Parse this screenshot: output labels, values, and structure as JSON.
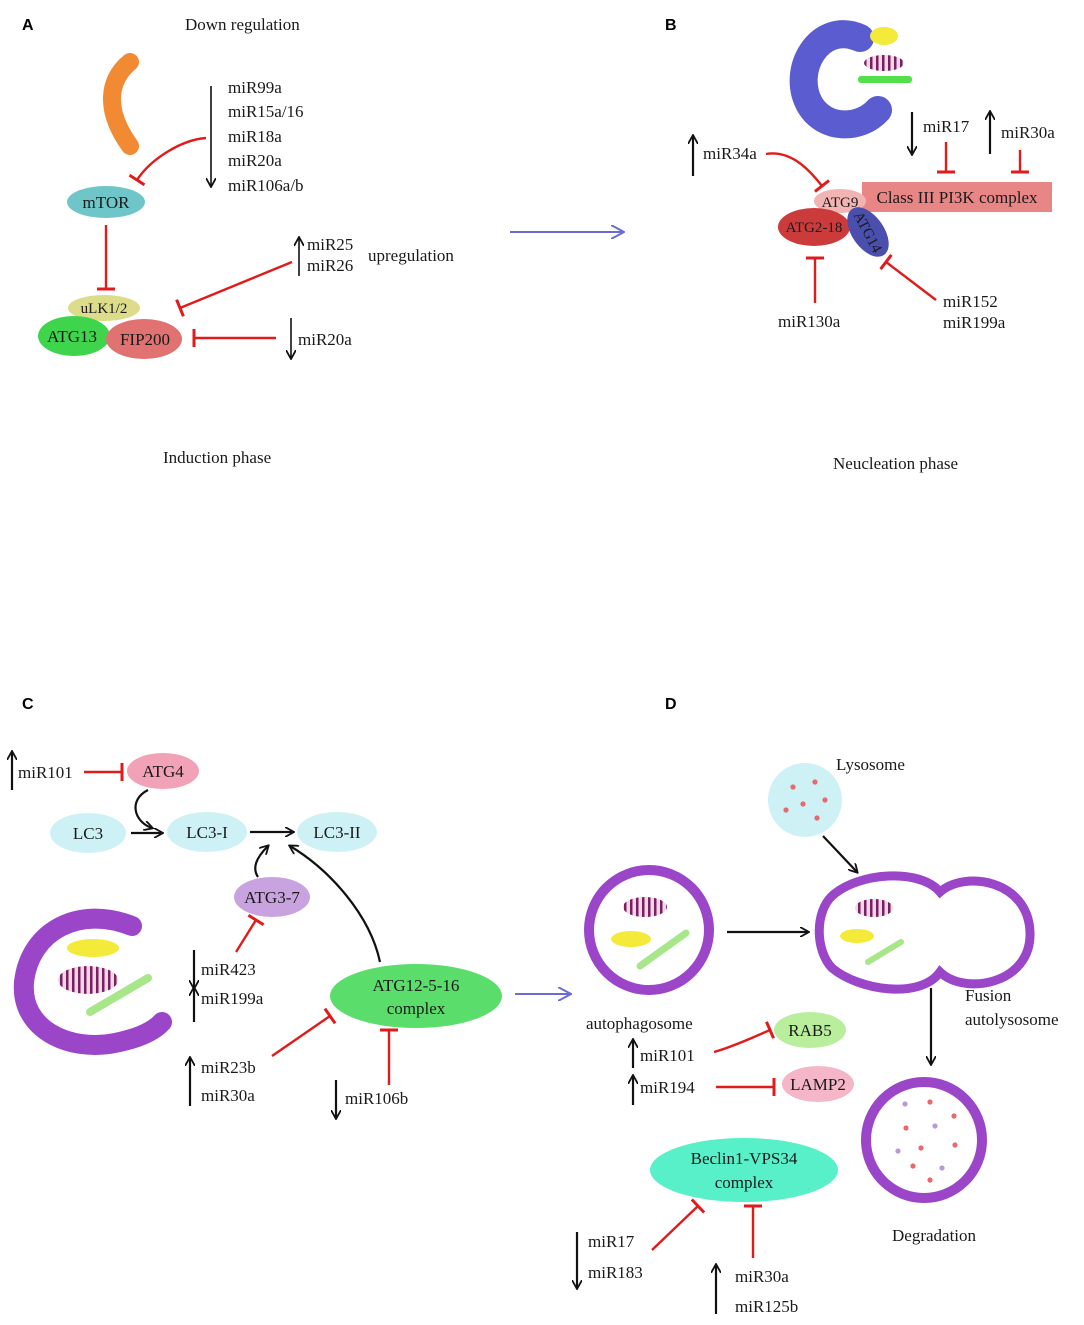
{
  "panel_a": {
    "letter": "A",
    "header": "Down regulation",
    "mirs_down": [
      "miR99a",
      "miR15a/16",
      "miR18a",
      "miR20a",
      "miR106a/b"
    ],
    "mtor": "mTOR",
    "ulk": "uLK1/2",
    "atg13": "ATG13",
    "fip200": "FIP200",
    "mirs_up": [
      "miR25",
      "miR26"
    ],
    "upregulation": "upregulation",
    "mir20a_down": "miR20a",
    "phase": "Induction phase"
  },
  "panel_b": {
    "letter": "B",
    "mir17": "miR17",
    "mir30a": "miR30a",
    "mir34a": "miR34a",
    "atg9": "ATG9",
    "pi3k": "Class III PI3K complex",
    "atg218": "ATG2-18",
    "atg14": "ATG14",
    "mir130a": "miR130a",
    "mir152": "miR152",
    "mir199a": "miR199a",
    "phase": "Neucleation phase"
  },
  "panel_c": {
    "letter": "C",
    "mir101": "miR101",
    "atg4": "ATG4",
    "lc3": "LC3",
    "lc3i": "LC3-I",
    "lc3ii": "LC3-II",
    "atg37": "ATG3-7",
    "mir423": "miR423",
    "mir199a": "miR199a",
    "atg12_line1": "ATG12-5-16",
    "atg12_line2": "complex",
    "mir23b": "miR23b",
    "mir30a": "miR30a",
    "mir106b": "miR106b"
  },
  "panel_d": {
    "letter": "D",
    "lysosome": "Lysosome",
    "autophagosome": "autophagosome",
    "fusion_line1": "Fusion",
    "fusion_line2": "autolysosome",
    "mir101": "miR101",
    "rab5": "RAB5",
    "mir194": "miR194",
    "lamp2": "LAMP2",
    "beclin_line1": "Beclin1-VPS34",
    "beclin_line2": "complex",
    "mir17": "miR17",
    "mir183": "miR183",
    "mir30a": "miR30a",
    "mir125b": "miR125b",
    "degradation": "Degradation"
  },
  "colors": {
    "inhibition": "#e01b1b",
    "arrow_black": "#111111",
    "arrow_blue": "#6b6bd6",
    "mtor": "#6ec6c9",
    "ulk": "#dcdc8a",
    "atg13": "#3ed44b",
    "fip200": "#e07272",
    "pi3k": "#e88585",
    "atg218": "#cc3b3b",
    "atg14": "#4a4fae",
    "lc3": "#cdf1f4",
    "atg4": "#f2a2b7",
    "atg37": "#c9a3df",
    "atg12": "#5bdd6c",
    "rab5": "#b9ef9c",
    "lamp2": "#f5b6c8",
    "beclin": "#57f0c8",
    "membrane": "#9b45c8"
  }
}
